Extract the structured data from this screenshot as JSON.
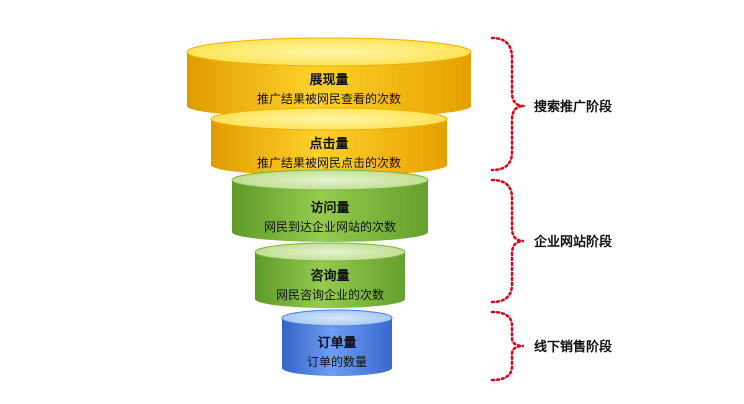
{
  "funnel": {
    "levels": [
      {
        "title": "展现量",
        "desc": "推广结果被网民查看的次数",
        "color": "yellow"
      },
      {
        "title": "点击量",
        "desc": "推广结果被网民点击的次数",
        "color": "yellow"
      },
      {
        "title": "访问量",
        "desc": "网民到达企业网站的次数",
        "color": "green"
      },
      {
        "title": "咨询量",
        "desc": "网民咨询企业的次数",
        "color": "green"
      },
      {
        "title": "订单量",
        "desc": "订单的数量",
        "color": "blue"
      }
    ]
  },
  "stages": [
    {
      "label": "搜索推广阶段"
    },
    {
      "label": "企业网站阶段"
    },
    {
      "label": "线下销售阶段"
    }
  ],
  "colors": {
    "yellow": "#F7C81E",
    "yellow_dark": "#E8A400",
    "yellow_top": "#FFEB6E",
    "green": "#86C144",
    "green_dark": "#5F9A2A",
    "green_top": "#CFE8A6",
    "blue": "#5A8DF0",
    "blue_dark": "#3763C8",
    "blue_top": "#B7D4F7",
    "bracket": "#E0001B"
  }
}
